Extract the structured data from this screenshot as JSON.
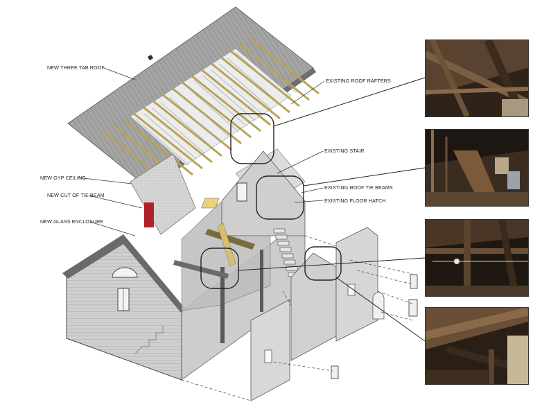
{
  "labels": {
    "roof": "NEW THREE TAB ROOF",
    "gyp": "NEW GYP CEILING",
    "tie_cut": "NEW CUT OF TIE BEAM",
    "glass": "NEW GLASS ENCLOSURE",
    "rafters": "EXISTING ROOF RAFTERS",
    "stair": "EXISTING STAIR",
    "tie_beams": "EXISTING ROOF TIE BEAMS",
    "hatch": "EXISTING FLOOR HATCH"
  },
  "colors": {
    "roof": "#9c9c9c",
    "rafter": "#c9b56a",
    "wall": "#d4d4d4",
    "glass_red": "#b0222a",
    "photo_wood": "#4a3624"
  },
  "photos": [
    {
      "id": "rafters-photo"
    },
    {
      "id": "stair-photo"
    },
    {
      "id": "tie-beams-photo"
    },
    {
      "id": "hatch-photo"
    }
  ]
}
